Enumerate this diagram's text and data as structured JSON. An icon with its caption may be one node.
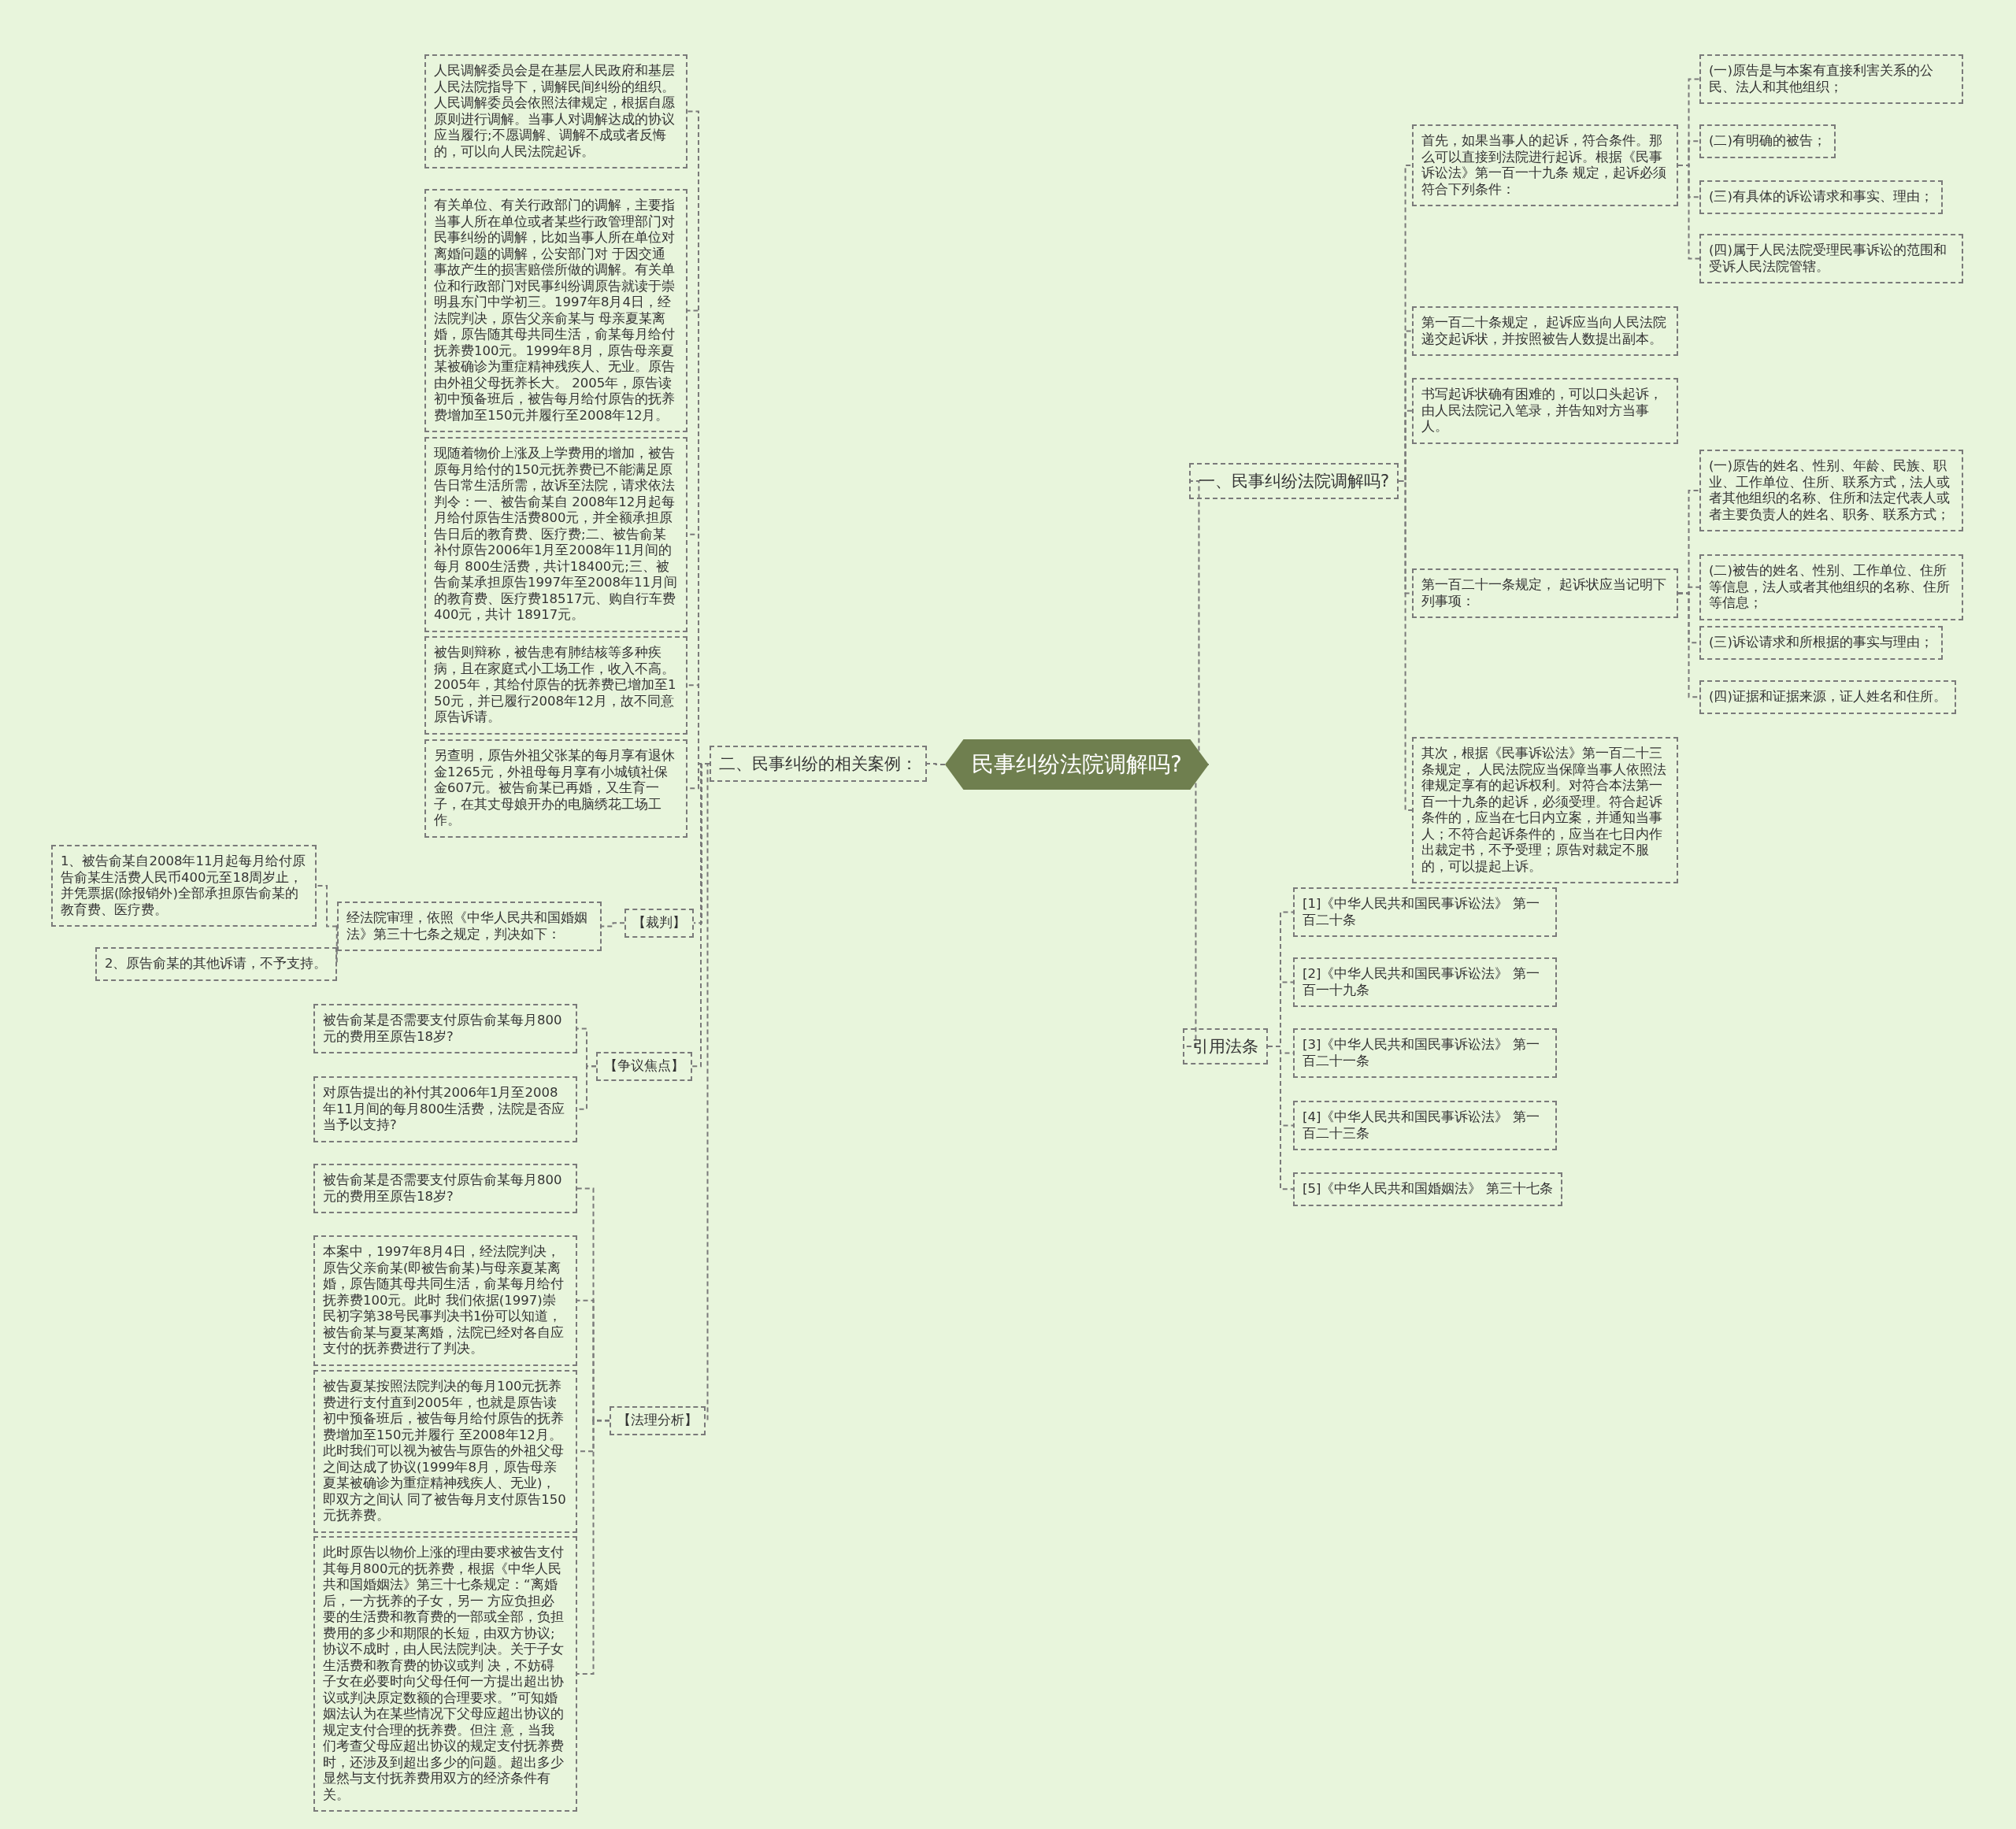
{
  "diagram": {
    "nodes": [
      {
        "text": [
          "民事纠纷法院调解吗?"
        ]
      },
      {
        "text": [
          "一、民事纠纷法院调解吗?"
        ]
      },
      {
        "text": [
          "首先，如果当事人的起诉，符合条件。那么可以直接到法院进行起诉。根据《民事诉讼法》第一百一十九条 规定，起诉必须符合下列条件："
        ]
      },
      {
        "text": [
          "(一)原告是与本案有直接利害关系的公民、法人和其他组织；"
        ]
      },
      {
        "text": [
          "(二)有明确的被告；"
        ]
      },
      {
        "text": [
          "(三)有具体的诉讼请求和事实、理由；"
        ]
      },
      {
        "text": [
          "(四)属于人民法院受理民事诉讼的范围和受诉人民法院管辖。"
        ]
      },
      {
        "text": [
          "第一百二十条规定， 起诉应当向人民法院递交起诉状，并按照被告人数提出副本。"
        ]
      },
      {
        "text": [
          "书写起诉状确有困难的，可以口头起诉，由人民法院记入笔录，并告知对方当事人。"
        ]
      },
      {
        "text": [
          "第一百二十一条规定， 起诉状应当记明下列事项："
        ]
      },
      {
        "text": [
          "(一)原告的姓名、性别、年龄、民族、职业、工作单位、住所、联系方式，法人或者其他组织的名称、住所和法定代表人或者主要负责人的姓名、职务、联系方式；"
        ]
      },
      {
        "text": [
          "(二)被告的姓名、性别、工作单位、住所等信息，法人或者其他组织的名称、住所等信息；"
        ]
      },
      {
        "text": [
          "(三)诉讼请求和所根据的事实与理由；"
        ]
      },
      {
        "text": [
          "(四)证据和证据来源，证人姓名和住所。"
        ]
      },
      {
        "text": [
          "其次，根据《民事诉讼法》第一百二十三条规定， 人民法院应当保障当事人依照法律规定享有的起诉权利。对符合本法第一百一十九条的起诉，必须受理。符合起诉条件的，应当在七日内立案，并通知当事人；不符合起诉条件的，应当在七日内作出裁定书，不予受理；原告对裁定不服的，可以提起上诉。"
        ]
      },
      {
        "text": [
          "引用法条"
        ]
      },
      {
        "text": [
          "[1]《中华人民共和国民事诉讼法》 第一百二十条"
        ]
      },
      {
        "text": [
          "[2]《中华人民共和国民事诉讼法》 第一百一十九条"
        ]
      },
      {
        "text": [
          "[3]《中华人民共和国民事诉讼法》 第一百二十一条"
        ]
      },
      {
        "text": [
          "[4]《中华人民共和国民事诉讼法》 第一百二十三条"
        ]
      },
      {
        "text": [
          "[5]《中华人民共和国婚姻法》 第三十七条"
        ]
      },
      {
        "text": [
          "二、民事纠纷的相关案例："
        ]
      },
      {
        "text": [
          "人民调解委员会是在基层人民政府和基层人民法院指导下，调解民间纠纷的组织。人民调解委员会依照法律规定，根据自愿原则进行调解。当事人对调解达成的协议应当履行;不愿调解、调解不成或者反悔的，可以向人民法院起诉。"
        ]
      },
      {
        "text": [
          "有关单位、有关行政部门的调解，主要指当事人所在单位或者某些行政管理部门对民事纠纷的调解，比如当事人所在单位对离婚问题的调解，公安部门对 于因交通事故产生的损害赔偿所做的调解。有关单位和行政部门对民事纠纷调原告就读于崇明县东门中学初三。1997年8月4日，经法院判决，原告父亲俞某与 母亲夏某离婚，原告随其母共同生活，俞某每月给付抚养费100元。1999年8月，原告母亲夏某被确诊为重症精神残疾人、无业。原告由外祖父母抚养长大。 2005年，原告读初中预备班后，被告每月给付原告的抚养费增加至150元并履行至2008年12月。"
        ]
      },
      {
        "text": [
          "现随着物价上涨及上学费用的增加，被告原每月给付的150元抚养费已不能满足原告日常生活所需，故诉至法院，请求依法判令：一、被告俞某自 2008年12月起每月给付原告生活费800元，并全额承担原告日后的教育费、医疗费;二、被告俞某补付原告2006年1月至2008年11月间的每月 800生活费，共计18400元;三、被告俞某承担原告1997年至2008年11月间的教育费、医疗费18517元、购自行车费400元，共计 18917元。"
        ]
      },
      {
        "text": [
          "被告则辩称，被告患有肺结核等多种疾病，且在家庭式小工场工作，收入不高。2005年，其给付原告的抚养费已增加至150元，并已履行2008年12月，故不同意原告诉请。"
        ]
      },
      {
        "text": [
          "另查明，原告外祖父张某的每月享有退休金1265元，外祖母每月享有小城镇社保金607元。被告俞某已再婚，又生育一子，在其丈母娘开办的电脑绣花工场工作。"
        ]
      },
      {
        "text": [
          "【裁判】"
        ]
      },
      {
        "text": [
          "经法院审理，依照《中华人民共和国婚姻法》第三十七条之规定，判决如下："
        ]
      },
      {
        "text": [
          "1、被告俞某自2008年11月起每月给付原告俞某生活费人民币400元至18周岁止，并凭票据(除报销外)全部承担原告俞某的教育费、医疗费。"
        ]
      },
      {
        "text": [
          "2、原告俞某的其他诉请，不予支持。"
        ]
      },
      {
        "text": [
          "【争议焦点】"
        ]
      },
      {
        "text": [
          "被告俞某是否需要支付原告俞某每月800元的费用至原告18岁?"
        ]
      },
      {
        "text": [
          "对原告提出的补付其2006年1月至2008年11月间的每月800生活费，法院是否应当予以支持?"
        ]
      },
      {
        "text": [
          "【法理分析】"
        ]
      },
      {
        "text": [
          "被告俞某是否需要支付原告俞某每月800元的费用至原告18岁?"
        ]
      },
      {
        "text": [
          "本案中，1997年8月4日，经法院判决，原告父亲俞某(即被告俞某)与母亲夏某离婚，原告随其母共同生活，俞某每月给付抚养费100元。此时 我们依据(1997)崇民初字第38号民事判决书1份可以知道，被告俞某与夏某离婚，法院已经对各自应支付的抚养费进行了判决。"
        ]
      },
      {
        "text": [
          "被告夏某按照法院判决的每月100元抚养费进行支付直到2005年，也就是原告读初中预备班后，被告每月给付原告的抚养费增加至150元并履行 至2008年12月。此时我们可以视为被告与原告的外祖父母之间达成了协议(1999年8月，原告母亲夏某被确诊为重症精神残疾人、无业)，即双方之间认 同了被告每月支付原告150元抚养费。"
        ]
      },
      {
        "text": [
          "此时原告以物价上涨的理由要求被告支付其每月800元的抚养费，根据《中华人民共和国婚姻法》第三十七条规定：“离婚后，一方抚养的子女，另一 方应负担必要的生活费和教育费的一部或全部，负担费用的多少和期限的长短，由双方协议;协议不成时，由人民法院判决。关于子女生活费和教育费的协议或判 决，不妨碍子女在必要时向父母任何一方提出超出协议或判决原定数额的合理要求。”可知婚姻法认为在某些情况下父母应超出协议的规定支付合理的抚养费。但注 意，当我们考查父母应超出协议的规定支付抚养费时，还涉及到超出多少的问题。超出多少显然与支付抚养费用双方的经济条件有关。"
        ]
      }
    ],
    "edges": [
      {
        "from": 0,
        "to": 1,
        "arrow": "none"
      },
      {
        "from": 1,
        "to": 2,
        "arrow": "none"
      },
      {
        "from": 2,
        "to": 3,
        "arrow": "none"
      },
      {
        "from": 2,
        "to": 4,
        "arrow": "none"
      },
      {
        "from": 2,
        "to": 5,
        "arrow": "none"
      },
      {
        "from": 2,
        "to": 6,
        "arrow": "none"
      },
      {
        "from": 1,
        "to": 7,
        "arrow": "none"
      },
      {
        "from": 1,
        "to": 8,
        "arrow": "none"
      },
      {
        "from": 1,
        "to": 9,
        "arrow": "none"
      },
      {
        "from": 9,
        "to": 10,
        "arrow": "none"
      },
      {
        "from": 9,
        "to": 11,
        "arrow": "none"
      },
      {
        "from": 9,
        "to": 12,
        "arrow": "none"
      },
      {
        "from": 9,
        "to": 13,
        "arrow": "none"
      },
      {
        "from": 1,
        "to": 14,
        "arrow": "none"
      },
      {
        "from": 0,
        "to": 15,
        "arrow": "none"
      },
      {
        "from": 15,
        "to": 16,
        "arrow": "none"
      },
      {
        "from": 15,
        "to": 17,
        "arrow": "none"
      },
      {
        "from": 15,
        "to": 18,
        "arrow": "none"
      },
      {
        "from": 15,
        "to": 19,
        "arrow": "none"
      },
      {
        "from": 15,
        "to": 20,
        "arrow": "none"
      },
      {
        "from": 0,
        "to": 21,
        "arrow": "none"
      },
      {
        "from": 21,
        "to": 22,
        "arrow": "none"
      },
      {
        "from": 21,
        "to": 23,
        "arrow": "none"
      },
      {
        "from": 21,
        "to": 24,
        "arrow": "none"
      },
      {
        "from": 21,
        "to": 25,
        "arrow": "none"
      },
      {
        "from": 21,
        "to": 26,
        "arrow": "none"
      },
      {
        "from": 21,
        "to": 27,
        "arrow": "none"
      },
      {
        "from": 27,
        "to": 28,
        "arrow": "none"
      },
      {
        "from": 28,
        "to": 29,
        "arrow": "none"
      },
      {
        "from": 28,
        "to": 30,
        "arrow": "none"
      },
      {
        "from": 21,
        "to": 31,
        "arrow": "none"
      },
      {
        "from": 31,
        "to": 32,
        "arrow": "none"
      },
      {
        "from": 31,
        "to": 33,
        "arrow": "none"
      },
      {
        "from": 21,
        "to": 34,
        "arrow": "none"
      },
      {
        "from": 34,
        "to": 35,
        "arrow": "none"
      },
      {
        "from": 34,
        "to": 36,
        "arrow": "none"
      },
      {
        "from": 34,
        "to": 37,
        "arrow": "none"
      },
      {
        "from": 34,
        "to": 38,
        "arrow": "none"
      }
    ]
  }
}
